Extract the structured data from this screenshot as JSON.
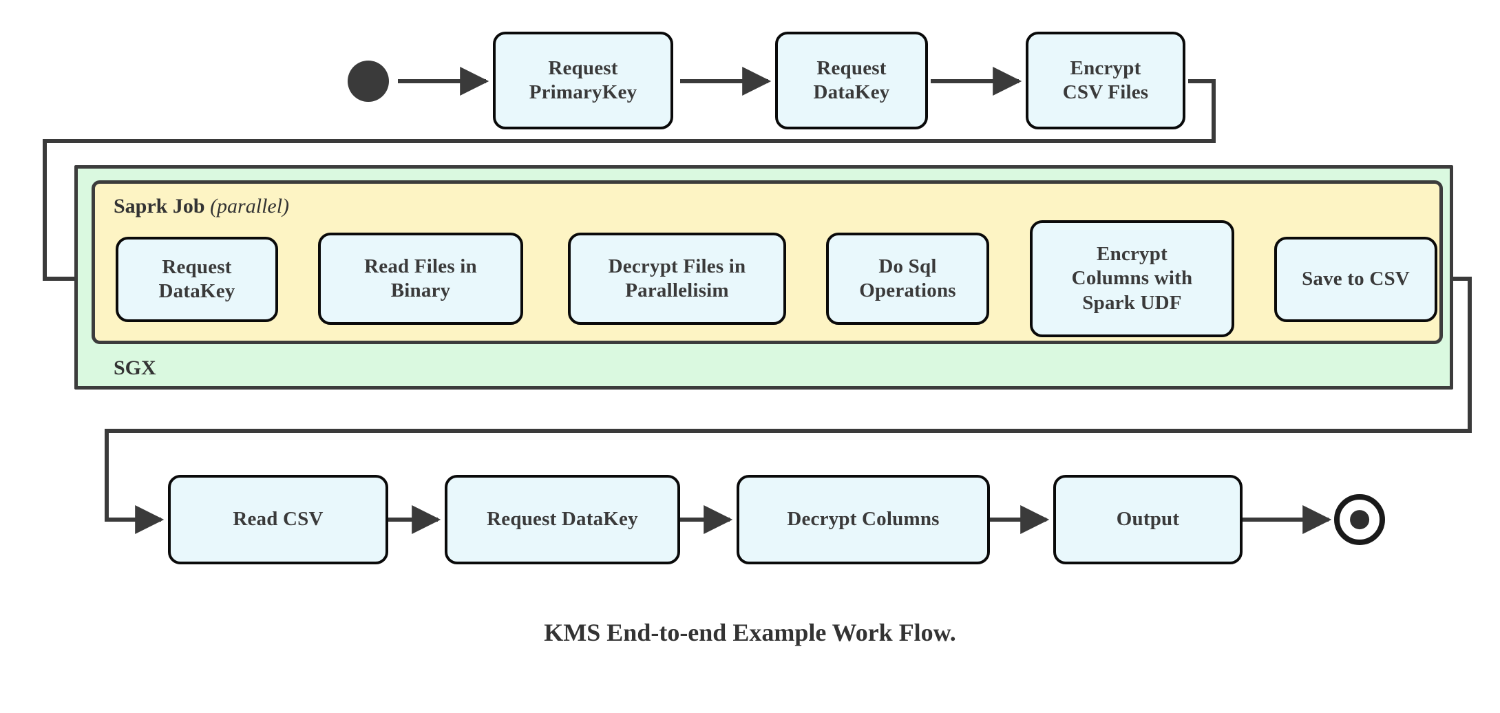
{
  "diagram": {
    "caption": "KMS End-to-end Example Work Flow.",
    "colors": {
      "node_fill": "#e9f8fc",
      "node_border": "#0a0a0a",
      "sgx_fill": "#daf9e0",
      "spark_fill": "#fdf4c4",
      "container_border": "#3c3c3c",
      "connector": "#3a3a3a",
      "text": "#3a3a3a",
      "page_background": "#ffffff"
    },
    "markers": {
      "start": "initial-state-dot",
      "end": "final-state-ring"
    },
    "groups": {
      "sgx": {
        "label": "SGX",
        "label_position": "bottom-left"
      },
      "spark": {
        "label": "Saprk Job",
        "qualifier": "(parallel)",
        "qualifier_style": "italic",
        "label_position": "top-left"
      }
    },
    "rows": {
      "top": {
        "name": "preparation-row",
        "nodes": [
          {
            "id": "request-primarykey",
            "label": "Request\nPrimaryKey"
          },
          {
            "id": "request-datakey-top",
            "label": "Request\nDataKey"
          },
          {
            "id": "encrypt-csv-files",
            "label": "Encrypt\nCSV Files"
          }
        ]
      },
      "middle": {
        "name": "spark-job-row",
        "nodes": [
          {
            "id": "request-datakey-spark",
            "label": "Request\nDataKey"
          },
          {
            "id": "read-files-in-binary",
            "label": "Read Files in\nBinary"
          },
          {
            "id": "decrypt-files-in-parallelisim",
            "label": "Decrypt Files in\nParallelisim"
          },
          {
            "id": "do-sql-operations",
            "label": "Do Sql\nOperations"
          },
          {
            "id": "encrypt-columns-with-spark-udf",
            "label": "Encrypt\nColumns with\nSpark UDF"
          },
          {
            "id": "save-to-csv",
            "label": "Save to CSV"
          }
        ]
      },
      "bottom": {
        "name": "consumption-row",
        "nodes": [
          {
            "id": "read-csv",
            "label": "Read CSV"
          },
          {
            "id": "request-datakey-bottom",
            "label": "Request DataKey"
          },
          {
            "id": "decrypt-columns",
            "label": "Decrypt Columns"
          },
          {
            "id": "output",
            "label": "Output"
          }
        ]
      }
    },
    "flow_sequence": [
      "start",
      "Request PrimaryKey",
      "Request DataKey",
      "Encrypt CSV Files",
      "Request DataKey",
      "Read Files in Binary",
      "Decrypt Files in Parallelisim",
      "Do Sql Operations",
      "Encrypt Columns with Spark UDF",
      "Save to CSV",
      "Read CSV",
      "Request DataKey",
      "Decrypt Columns",
      "Output",
      "end"
    ]
  }
}
